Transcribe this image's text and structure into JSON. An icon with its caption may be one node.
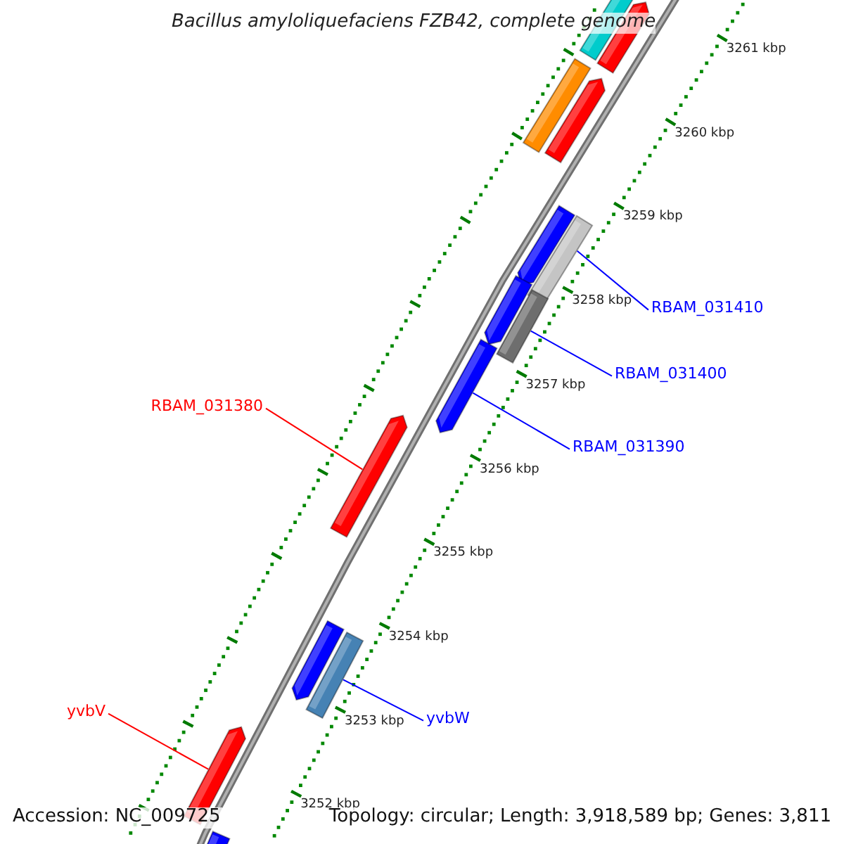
{
  "diagram": {
    "title": "Bacillus amyloliquefaciens FZB42, complete genome",
    "nodes": [
      {
        "text": [
          "RBAM_031410"
        ]
      },
      {
        "text": [],
        "shape": "bar"
      },
      {
        "text": [
          "RBAM_031400"
        ]
      },
      {
        "text": [],
        "shape": "bar"
      },
      {
        "text": [
          "RBAM_031380"
        ]
      },
      {
        "text": [],
        "shape": "arrow"
      },
      {
        "text": [
          "RBAM_031390"
        ]
      },
      {
        "text": [],
        "shape": "arrow"
      },
      {
        "text": [
          "yvbV"
        ]
      },
      {
        "text": [],
        "shape": "arrow"
      },
      {
        "text": [
          "yvbW"
        ]
      },
      {
        "text": [],
        "shape": "bar"
      }
    ],
    "edges": [
      {
        "from": 0,
        "to": 1,
        "arrow": "none"
      },
      {
        "from": 2,
        "to": 3,
        "arrow": "none"
      },
      {
        "from": 4,
        "to": 5,
        "arrow": "none",
        "color": "#ff0000"
      },
      {
        "from": 6,
        "to": 7,
        "arrow": "none"
      },
      {
        "from": 8,
        "to": 9,
        "arrow": "none",
        "color": "#ff0000"
      },
      {
        "from": 10,
        "to": 11,
        "arrow": "none"
      }
    ],
    "labels": [
      "3261 kbp",
      "3260 kbp",
      "3259 kbp",
      "3258 kbp",
      "3257 kbp",
      "3256 kbp",
      "3255 kbp",
      "3254 kbp",
      "3253 kbp",
      "3252 kbp",
      "Accession: NC_009725",
      "Topology: circular; Length: 3,918,589 bp; Genes: 3,811"
    ]
  }
}
